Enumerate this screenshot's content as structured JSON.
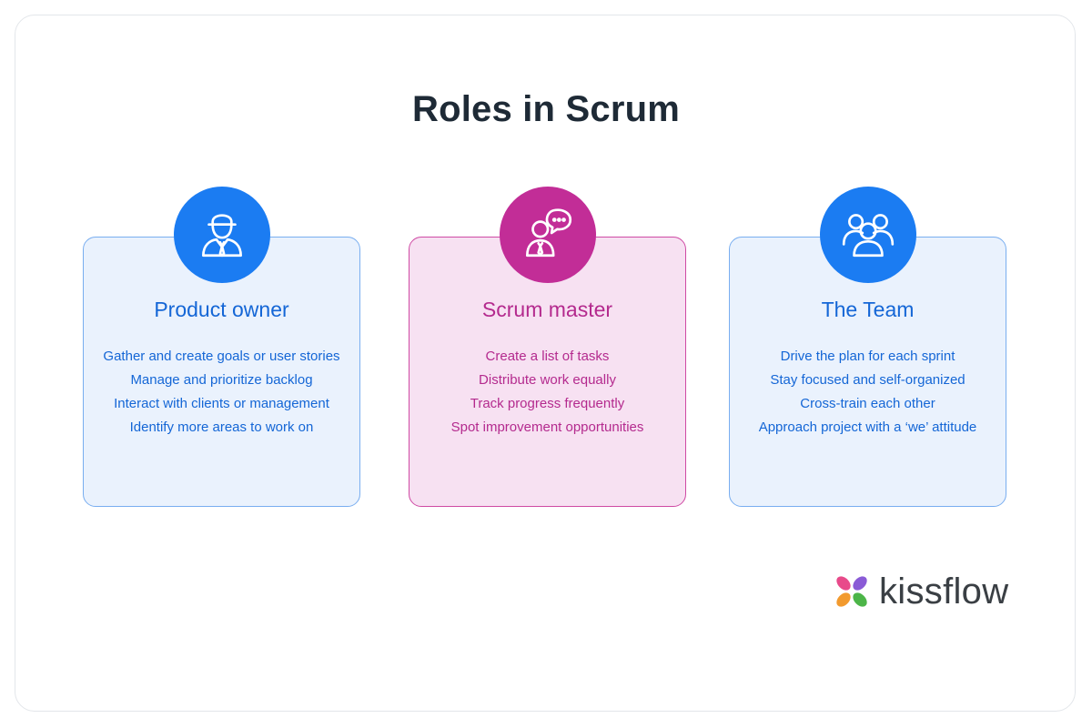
{
  "title": "Roles in Scrum",
  "colors": {
    "blue_accent": "#1b7cf2",
    "blue_text": "#1466d6",
    "blue_card_bg": "#eaf2fd",
    "pink_accent": "#c22d97",
    "pink_text": "#b42a8e",
    "pink_card_bg": "#f7e1f2"
  },
  "roles": [
    {
      "icon": "businessman-icon",
      "title": "Product owner",
      "items": [
        "Gather and create goals or user stories",
        "Manage and prioritize backlog",
        "Interact with clients or management",
        "Identify more areas to work on"
      ]
    },
    {
      "icon": "person-speech-bubble-icon",
      "title": "Scrum master",
      "items": [
        "Create a list of tasks",
        "Distribute work equally",
        "Track progress frequently",
        "Spot improvement opportunities"
      ]
    },
    {
      "icon": "team-group-icon",
      "title": "The Team",
      "items": [
        "Drive the plan for each sprint",
        "Stay focused and self-organized",
        "Cross-train each other",
        "Approach project with a ‘we’ attitude"
      ]
    }
  ],
  "logo": {
    "text": "kissflow",
    "petal_colors": [
      "#e84a8a",
      "#8a5bd6",
      "#f29a2e",
      "#4cb548"
    ]
  }
}
